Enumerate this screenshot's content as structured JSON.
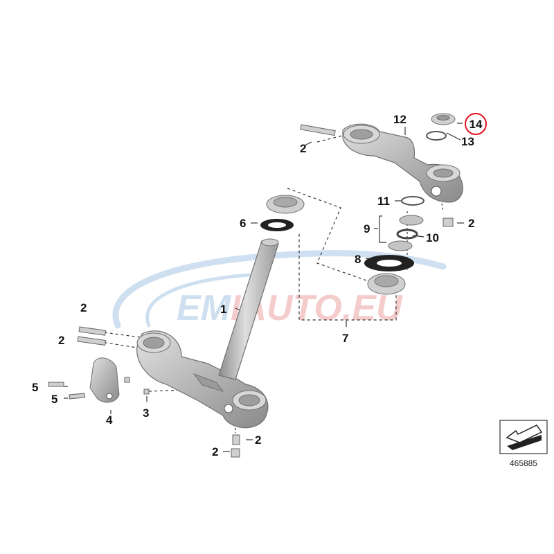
{
  "watermark": {
    "text": "EMIAUTO.EU",
    "text_em": "EM",
    "text_rest": "IAUTO.EU"
  },
  "colors": {
    "part_fill": "#b9b9b9",
    "part_dark": "#7d7d7d",
    "part_light": "#dcdcdc",
    "seal_black": "#222222",
    "highlight": "#e0101c",
    "watermark_blue": "#c6dbee",
    "watermark_red": "#f2c4c2",
    "leader": "#333333"
  },
  "callouts": {
    "c1": "1",
    "c2a": "2",
    "c2b": "2",
    "c2c": "2",
    "c2d": "2",
    "c2e": "2",
    "c2f": "2",
    "c3": "3",
    "c4": "4",
    "c5a": "5",
    "c5b": "5",
    "c6": "6",
    "c7": "7",
    "c8": "8",
    "c9": "9",
    "c10": "10",
    "c11": "11",
    "c12": "12",
    "c13": "13",
    "c14": "14"
  },
  "highlighted_callout": "14",
  "reference_number": "465885",
  "icons": {
    "orientation": "orientation-arrow-icon"
  }
}
